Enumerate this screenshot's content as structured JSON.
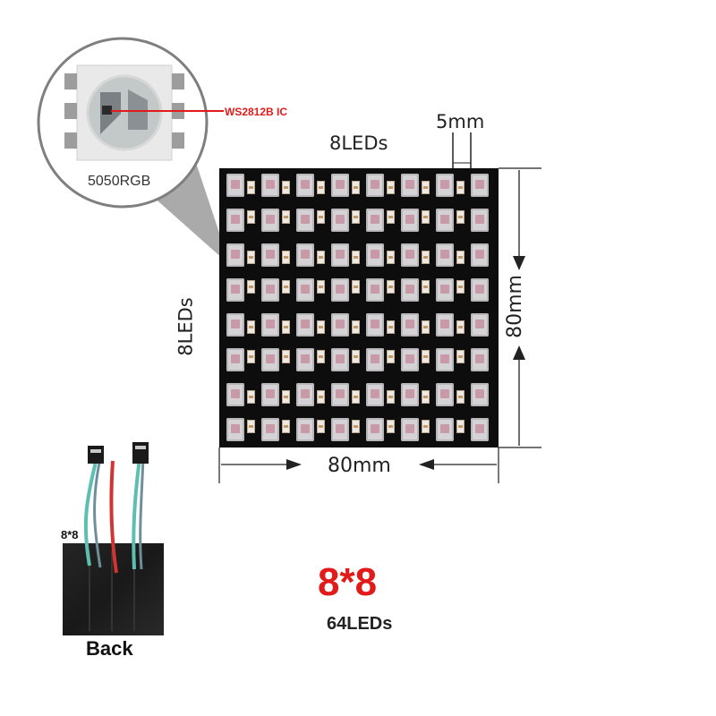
{
  "callout": {
    "ic_label": "WS2812B IC",
    "package_label": "5050RGB",
    "ic_color": "#e11a1a"
  },
  "panel": {
    "rows": 8,
    "cols": 8,
    "top_label": "8LEDs",
    "side_label": "8LEDs",
    "pitch_label": "5mm",
    "width_label": "80mm",
    "height_label": "80mm"
  },
  "product": {
    "matrix_title": "8*8",
    "led_count": "64LEDs",
    "title_color": "#e11a1a"
  },
  "back_view": {
    "label": "Back",
    "board_label": "8*8"
  }
}
